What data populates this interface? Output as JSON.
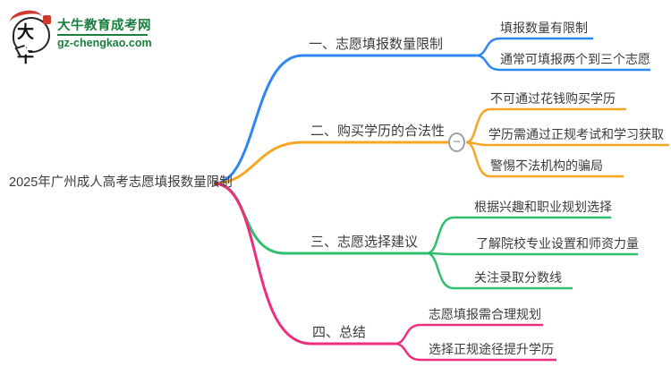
{
  "page": {
    "background": "#ffffff",
    "text_color": "#3c3c3c"
  },
  "logo": {
    "icon_text": "大牛",
    "title": "大牛教育成考网",
    "domain": "gz-chengkao.com",
    "brand_color": "#1b7f3e",
    "seal_color": "#cf3a30"
  },
  "root": {
    "label": "2025年广州成人高考志愿填报数量限制"
  },
  "branches": [
    {
      "label": "一、志愿填报数量限制",
      "color": "#2e87f0",
      "children": [
        "填报数量有限制",
        "通常可填报两个到三个志愿"
      ]
    },
    {
      "label": "二、购买学历的合法性",
      "color": "#f5a623",
      "collapse_button": "−",
      "children": [
        "不可通过花钱购买学历",
        "学历需通过正规考试和学习获取",
        "警惕不法机构的骗局"
      ]
    },
    {
      "label": "三、志愿选择建议",
      "color": "#30bf70",
      "children": [
        "根据兴趣和职业规划选择",
        "了解院校专业设置和师资力量",
        "关注录取分数线"
      ]
    },
    {
      "label": "四、总结",
      "color": "#ee2d7c",
      "children": [
        "志愿填报需合理规划",
        "选择正规途径提升学历"
      ]
    }
  ]
}
